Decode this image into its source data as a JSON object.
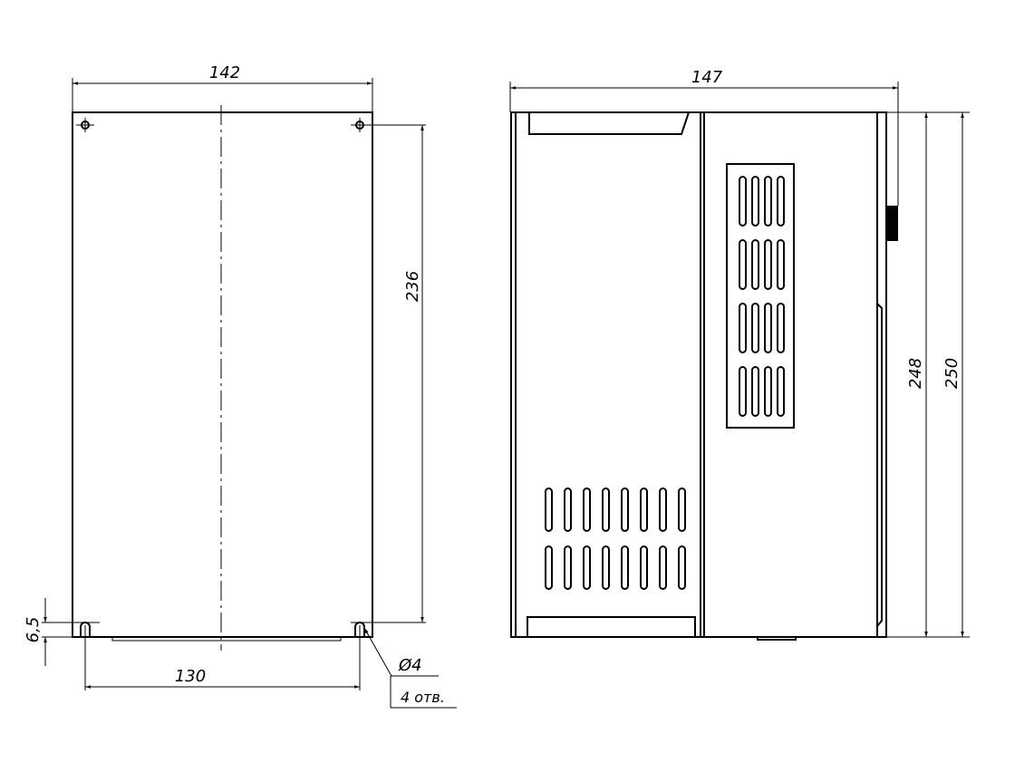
{
  "front_view": {
    "width_dim": "142",
    "hole_vertical_dim": "236",
    "bottom_offset_dim": "6,5",
    "hole_spacing_dim": "130",
    "hole_diameter": "Ø4",
    "hole_count": "4 отв."
  },
  "side_view": {
    "depth_dim": "147",
    "inner_height_dim": "248",
    "overall_height_dim": "250",
    "upper_vent_groups": 4,
    "upper_vent_slots_per_group": 4,
    "lower_vent_rows": 2,
    "lower_vent_slots_per_row": 8
  }
}
